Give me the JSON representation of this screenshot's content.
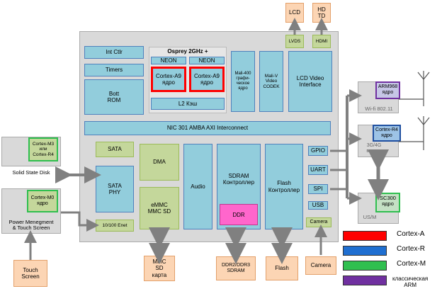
{
  "soc": {
    "int_ctlr": "Int Ctlr",
    "timers": "Timers",
    "boot_rom": "Bott\nROM",
    "osprey": "Osprey 2GHz +",
    "neon": "NEON",
    "cortex_a9": "Cortex-A9\nядро",
    "l2": "L2 Кэш",
    "mali400": "Mali-400\nграфи-\nческое\nядро",
    "mali_video": "Mali-V\nVideo\nCODEK",
    "lcd_if": "LCD Video\nInterface",
    "lvds": "LVDS",
    "hdmi": "HDMI",
    "nic": "NIC 301 AMBA AXI Interconnect",
    "sata": "SATA",
    "sata_phy": "SATA\nPHY",
    "enet": "10/100 Enet",
    "dma": "DMA",
    "emmc": "eMMC\nMMC SD",
    "audio": "Audio",
    "sdram": "SDRAM\nКонтроллер",
    "ddr": "DDR",
    "flash_ctl": "Flash\nКонтроллер",
    "gpio": "GPIO",
    "uart": "UART",
    "spi": "SPI",
    "usb": "USB",
    "camera_if": "Camera"
  },
  "external": {
    "lcd": "LCD",
    "hdtv": "HD\nTD",
    "ssd_core": "Cortex-M3\nили\nCortex-R4",
    "ssd": "Solid State Disk",
    "pm_core": "Cortex-M0\nядро",
    "pm": "Power Menegment\n& Touch Screen",
    "touch": "Touch\nScreen",
    "mmc": "MMC\nSD\nкарта",
    "ddr_ext": "DDR2/DDR3\nSDRAM",
    "flash": "Flash",
    "camera": "Camera",
    "wifi_core": "ARM968\nядро",
    "wifi": "Wi-fi 802.11",
    "modem_core": "Cortex-R4\nядро",
    "modem": "3G/4G\nмодем",
    "sc300": "SC300\nядро",
    "usim": "US/M"
  },
  "legend": [
    {
      "label": "Cortex-A",
      "color": "#ff0000"
    },
    {
      "label": "Cortex-R",
      "color": "#1f6fd1"
    },
    {
      "label": "Cortex-M",
      "color": "#2fbf4f"
    },
    {
      "label": "классическая\nARM",
      "color": "#7030a0"
    }
  ]
}
